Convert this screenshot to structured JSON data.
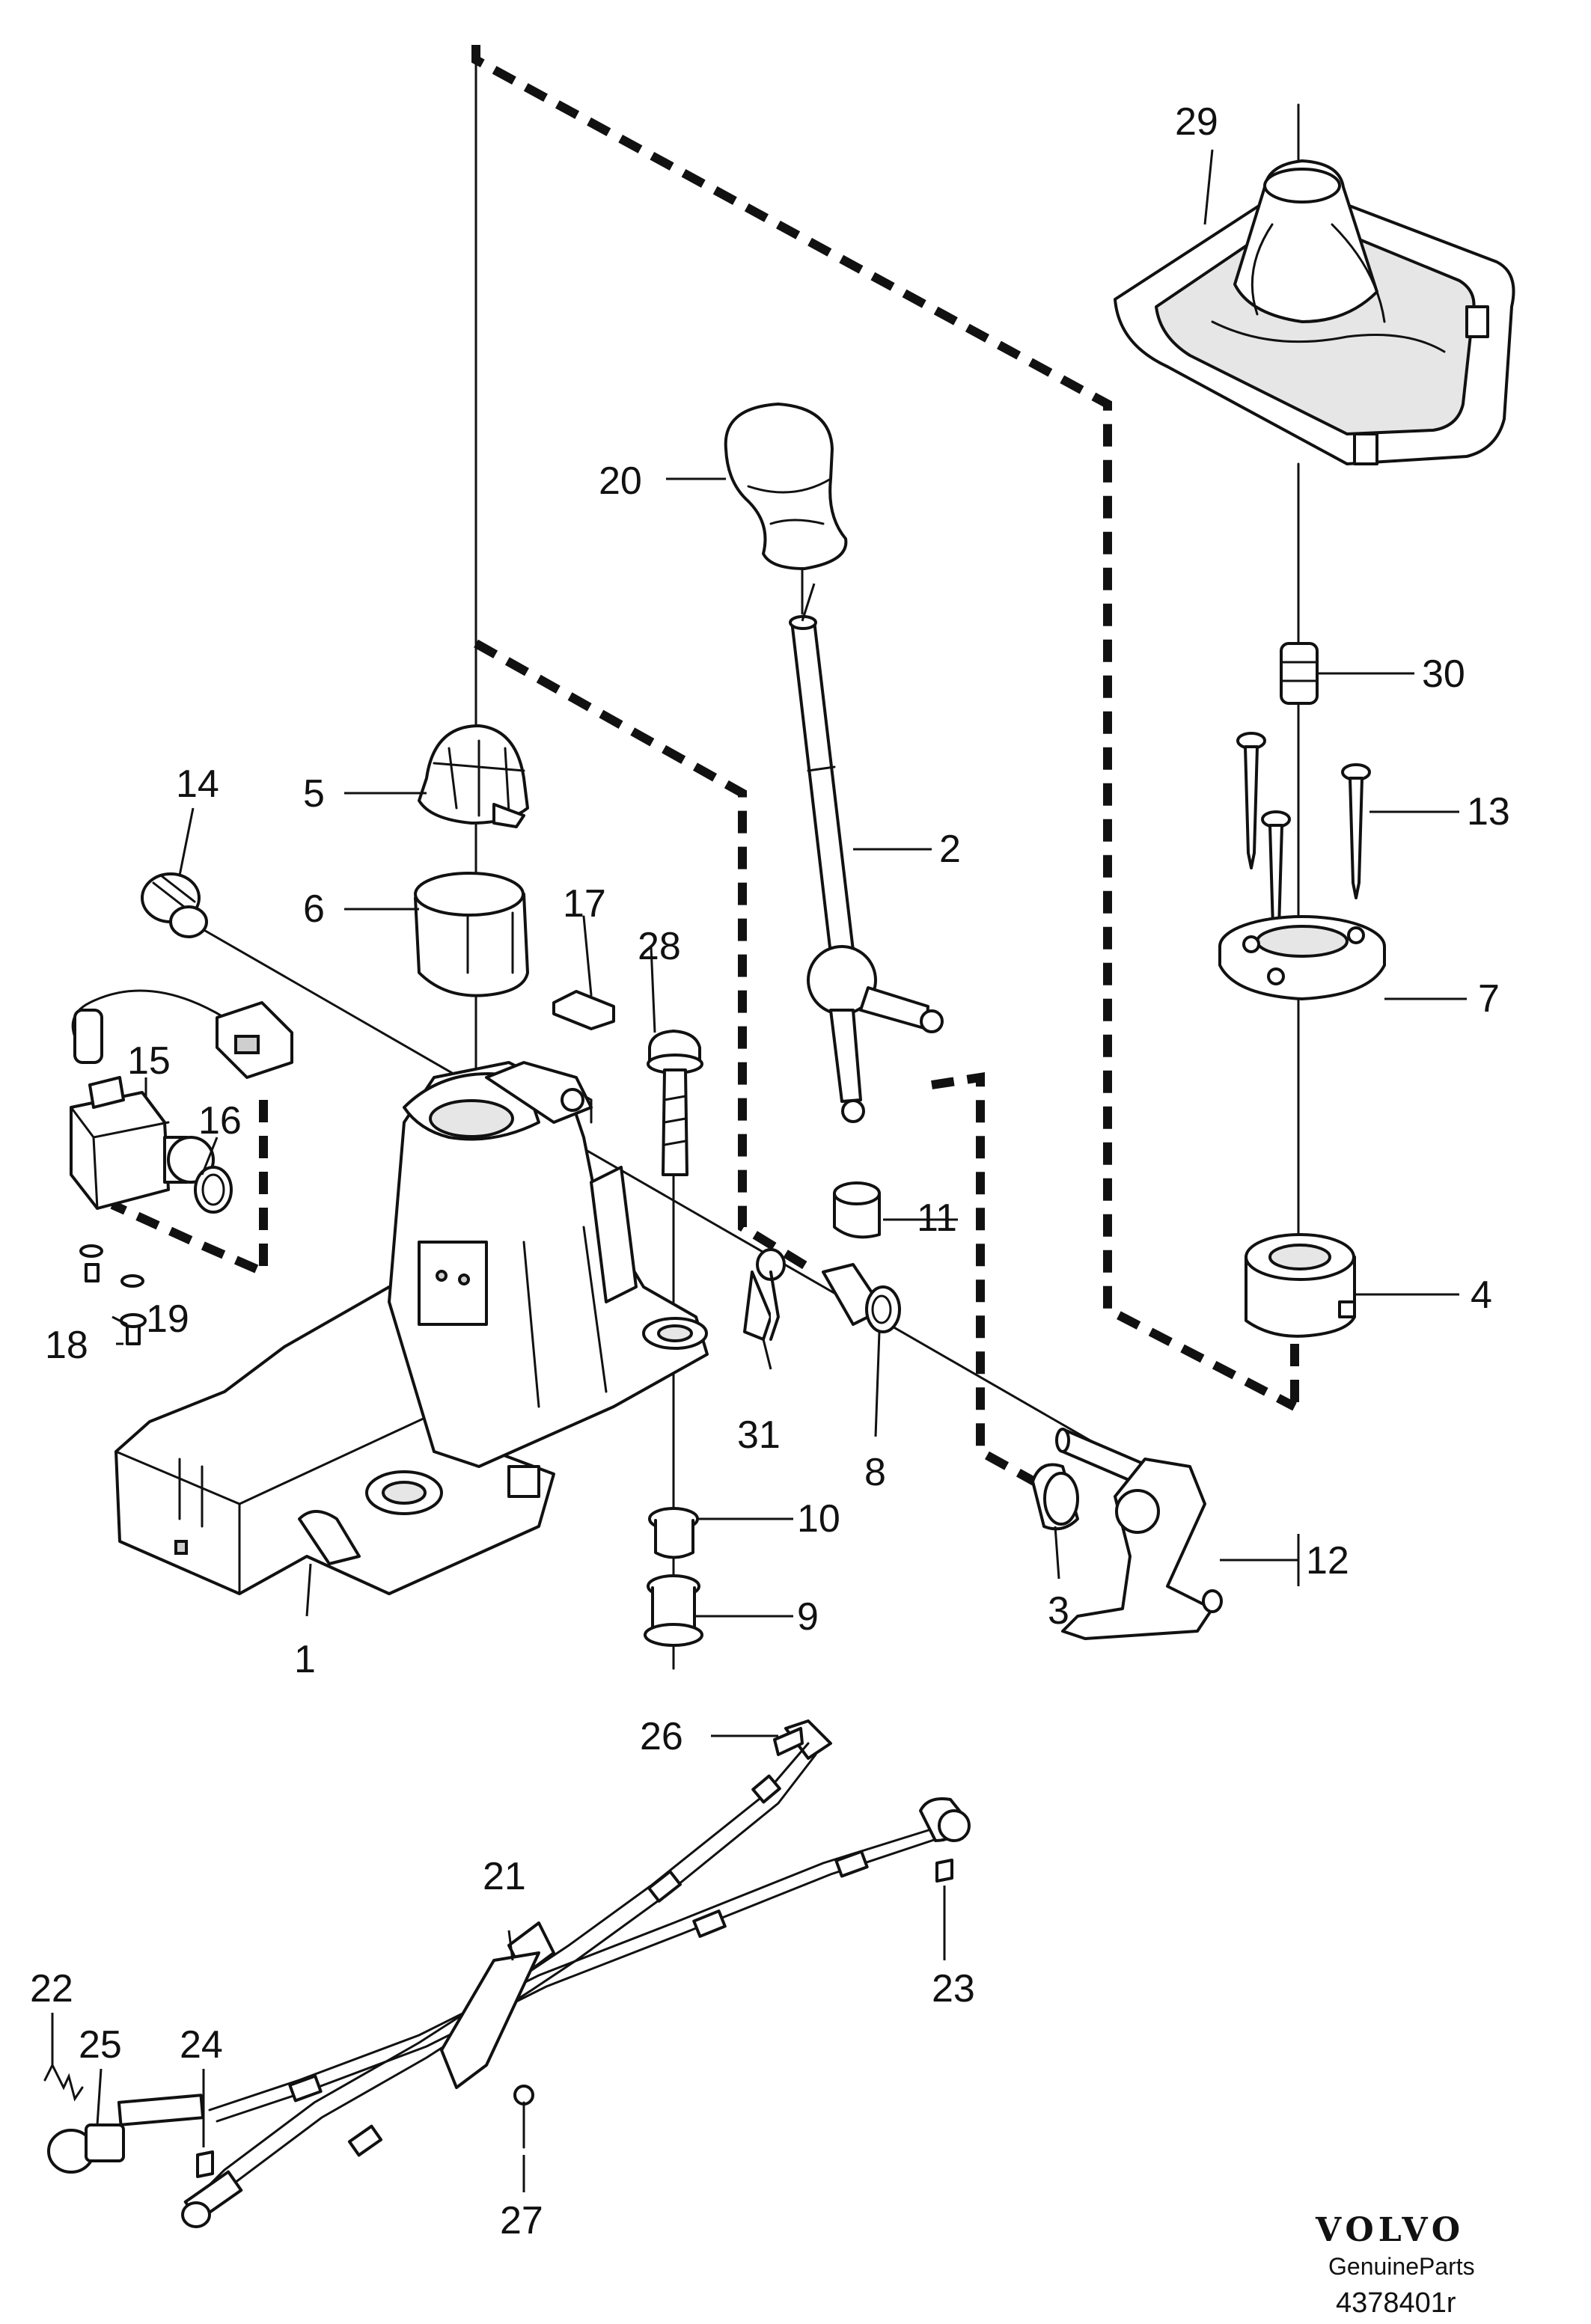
{
  "labels": {
    "l1": "1",
    "l2": "2",
    "l3": "3",
    "l4": "4",
    "l5": "5",
    "l6": "6",
    "l7": "7",
    "l8": "8",
    "l9": "9",
    "l10": "10",
    "l11": "11",
    "l12": "12",
    "l13": "13",
    "l14": "14",
    "l15": "15",
    "l16": "16",
    "l17": "17",
    "l18": "18",
    "l19": "19",
    "l20": "20",
    "l21": "21",
    "l22": "22",
    "l23": "23",
    "l24": "24",
    "l25": "25",
    "l26": "26",
    "l27": "27",
    "l28": "28",
    "l29": "29",
    "l30": "30",
    "l31": "31"
  },
  "brand": {
    "name": "VOLVO",
    "sub": "GenuineParts",
    "code": "4378401r"
  }
}
